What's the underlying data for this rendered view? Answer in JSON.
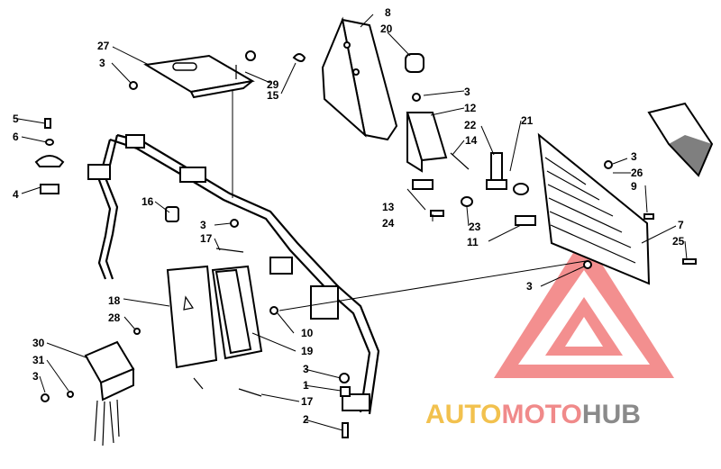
{
  "callouts": {
    "c1": "1",
    "c2": "2",
    "c3a": "3",
    "c3b": "3",
    "c3c": "3",
    "c3d": "3",
    "c3e": "3",
    "c3f": "3",
    "c3g": "3",
    "c4": "4",
    "c5": "5",
    "c6": "6",
    "c7": "7",
    "c8": "8",
    "c9": "9",
    "c10": "10",
    "c11": "11",
    "c12": "12",
    "c13": "13",
    "c14": "14",
    "c15": "15",
    "c16": "16",
    "c17a": "17",
    "c17b": "17",
    "c18": "18",
    "c19": "19",
    "c20": "20",
    "c21": "21",
    "c22": "22",
    "c23": "23",
    "c24": "24",
    "c25": "25",
    "c26": "26",
    "c27": "27",
    "c28": "28",
    "c29": "29",
    "c30": "30",
    "c31": "31"
  },
  "watermark": {
    "word_1": "AUTO",
    "word_2": "MOTO",
    "word_3": "HUB",
    "color_1": "#f2c14e",
    "color_2": "#f08a8a",
    "color_3": "#8a8a8a",
    "triangle_color": "#f06a6a"
  }
}
